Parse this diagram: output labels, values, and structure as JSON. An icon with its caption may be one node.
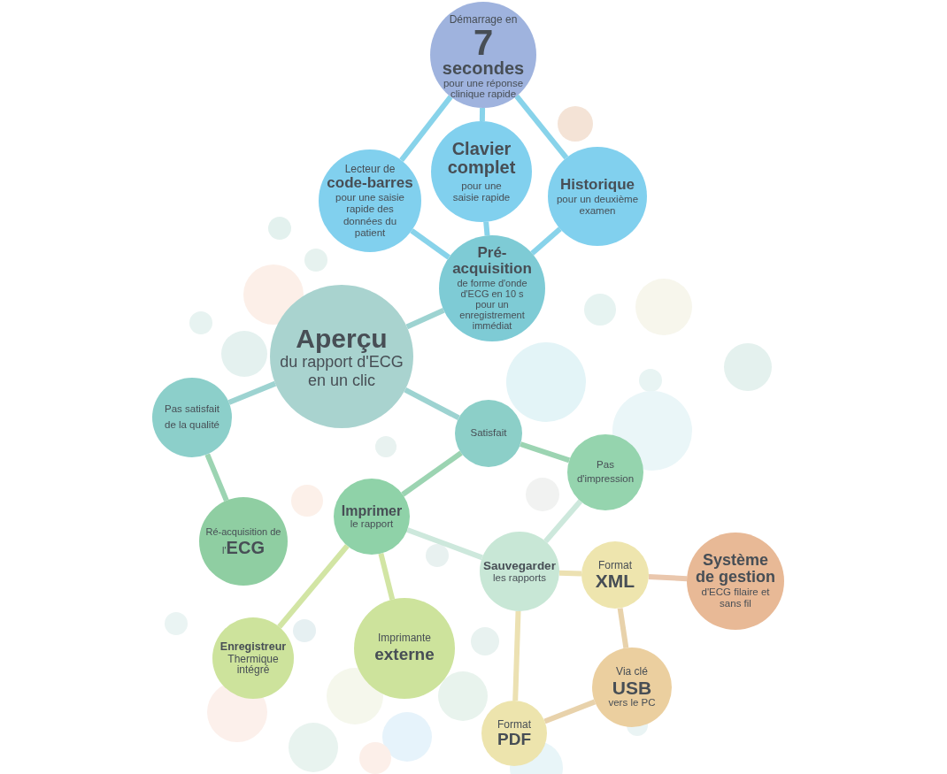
{
  "diagram": {
    "nodes": [
      {
        "text": [
          "Démarrage en",
          "7",
          "secondes",
          "pour une réponse clinique rapide"
        ]
      },
      {
        "text": [
          "Lecteur de",
          "code-barres",
          "pour une saisie rapide des données du patient"
        ]
      },
      {
        "text": [
          "Clavier complet",
          "pour une saisie rapide"
        ]
      },
      {
        "text": [
          "Historique",
          "pour un deuxième examen"
        ]
      },
      {
        "text": [
          "Pré-acquisition",
          "de forme d'onde d'ECG en 10 s pour un enregistrement immédiat"
        ]
      },
      {
        "text": [
          "Aperçu",
          "du rapport d'ECG en un clic"
        ]
      },
      {
        "text": [
          "Pas satisfait de la qualité"
        ]
      },
      {
        "text": [
          "Satisfait"
        ]
      },
      {
        "text": [
          "Pas d'impression"
        ]
      },
      {
        "text": [
          "Imprimer",
          "le rapport"
        ]
      },
      {
        "text": [
          "Ré-acquisition de l'**ECG**"
        ]
      },
      {
        "text": [
          "Sauvegarder",
          "les rapports"
        ]
      },
      {
        "text": [
          "Format",
          "XML"
        ]
      },
      {
        "text": [
          "Système de gestion",
          "d'ECG filaire et sans fil"
        ]
      },
      {
        "text": [
          "Enregistreur",
          "Thermique intégré"
        ]
      },
      {
        "text": [
          "Imprimante",
          "externe"
        ]
      },
      {
        "text": [
          "Via clé",
          "USB",
          "vers le PC"
        ]
      },
      {
        "text": [
          "Format",
          "PDF"
        ]
      }
    ],
    "edges": [
      {
        "from": 0,
        "to": 1,
        "arrow": "none"
      },
      {
        "from": 0,
        "to": 2,
        "arrow": "none"
      },
      {
        "from": 0,
        "to": 3,
        "arrow": "none"
      },
      {
        "from": 1,
        "to": 4,
        "arrow": "none"
      },
      {
        "from": 2,
        "to": 4,
        "arrow": "none"
      },
      {
        "from": 3,
        "to": 4,
        "arrow": "none"
      },
      {
        "from": 4,
        "to": 5,
        "arrow": "none",
        "color": "#9dd3d1"
      },
      {
        "from": 5,
        "to": 6,
        "arrow": "none",
        "color": "#9dd3d1"
      },
      {
        "from": 5,
        "to": 7,
        "arrow": "none",
        "color": "#9dd3d1"
      },
      {
        "from": 6,
        "to": 10,
        "arrow": "none",
        "color": "#9cd4b2"
      },
      {
        "from": 7,
        "to": 9,
        "arrow": "none",
        "color": "#9cd4b2"
      },
      {
        "from": 7,
        "to": 8,
        "arrow": "none",
        "color": "#9cd4b2"
      },
      {
        "from": 9,
        "to": 11,
        "arrow": "none",
        "color": "#cde8dc"
      },
      {
        "from": 8,
        "to": 11,
        "arrow": "none",
        "color": "#cde8dc"
      },
      {
        "from": 9,
        "to": 14,
        "arrow": "none",
        "color": "#d2e5a4"
      },
      {
        "from": 9,
        "to": 15,
        "arrow": "none",
        "color": "#d2e5a4"
      },
      {
        "from": 11,
        "to": 12,
        "arrow": "none",
        "color": "#ece1b2"
      },
      {
        "from": 11,
        "to": 17,
        "arrow": "none",
        "color": "#ece1b2"
      },
      {
        "from": 12,
        "to": 13,
        "arrow": "none",
        "color": "#eac7ad"
      },
      {
        "from": 12,
        "to": 16,
        "arrow": "none",
        "color": "#e8d2ab"
      },
      {
        "from": 16,
        "to": 17,
        "arrow": "none",
        "color": "#e8d2ab"
      }
    ]
  }
}
